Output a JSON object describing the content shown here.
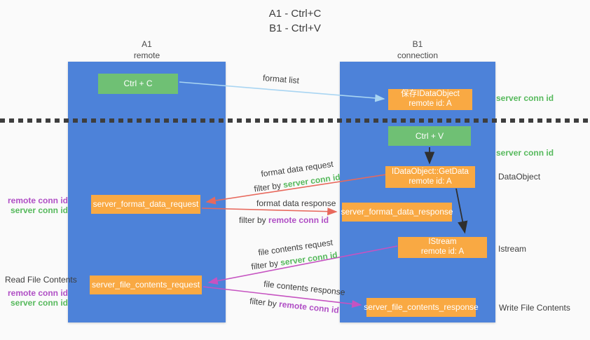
{
  "title": {
    "line1": "A1 - Ctrl+C",
    "line2": "B1 - Ctrl+V"
  },
  "columns": {
    "a1": {
      "name": "A1",
      "subtitle": "remote"
    },
    "b1": {
      "name": "B1",
      "subtitle": "connection"
    }
  },
  "nodes": {
    "ctrl_c": "Ctrl + C",
    "ctrl_v": "Ctrl + V",
    "save_dataobject_line1": "保存IDataObject",
    "save_dataobject_line2": "remote id: A",
    "getdata_line1": "IDataObject::GetData",
    "getdata_line2": "remote id: A",
    "istream_line1": "IStream",
    "istream_line2": "remote id: A",
    "format_request": "server_format_data_request",
    "format_response": "server_format_data_response",
    "file_request": "server_file_contents_request",
    "file_response": "server_file_contents_response"
  },
  "side_labels": {
    "server_conn_id_top": "server conn id",
    "server_conn_id_mid": "server conn id",
    "dataobject": "DataObject",
    "istream": "Istream",
    "write_file_contents": "Write File Contents",
    "read_file_contents": "Read File Contents",
    "left_remote_conn_id_1": "remote conn id",
    "left_server_conn_id_1": "server conn id",
    "left_remote_conn_id_2": "remote conn id",
    "left_server_conn_id_2": "server conn id"
  },
  "arrow_labels": {
    "format_list": "format list",
    "format_data_request": "format data request",
    "filter_by_1": "filter by",
    "filter_value_1": "server conn id",
    "format_data_response": "format data response",
    "filter_by_2": "filter by",
    "filter_value_2": "remote conn id",
    "file_contents_request": "file contents request",
    "filter_by_3": "filter by",
    "filter_value_3": "server conn id",
    "file_contents_response": "file contents response",
    "filter_by_4": "filter by",
    "filter_value_4": "remote conn id"
  },
  "colors": {
    "background": "#fafafa",
    "lane_blue": "#4d82d9",
    "box_green": "#6fc074",
    "box_orange": "#f9a943",
    "conn_id_green": "#56b95c",
    "conn_id_purple": "#b04fc5",
    "arrow_light_blue": "#a9d5f2",
    "arrow_red": "#e8695d",
    "arrow_magenta": "#c653c1",
    "arrow_black": "#2f2f2f",
    "dotted_line": "#3e3e3e",
    "text_dark": "#3d3d3d"
  }
}
